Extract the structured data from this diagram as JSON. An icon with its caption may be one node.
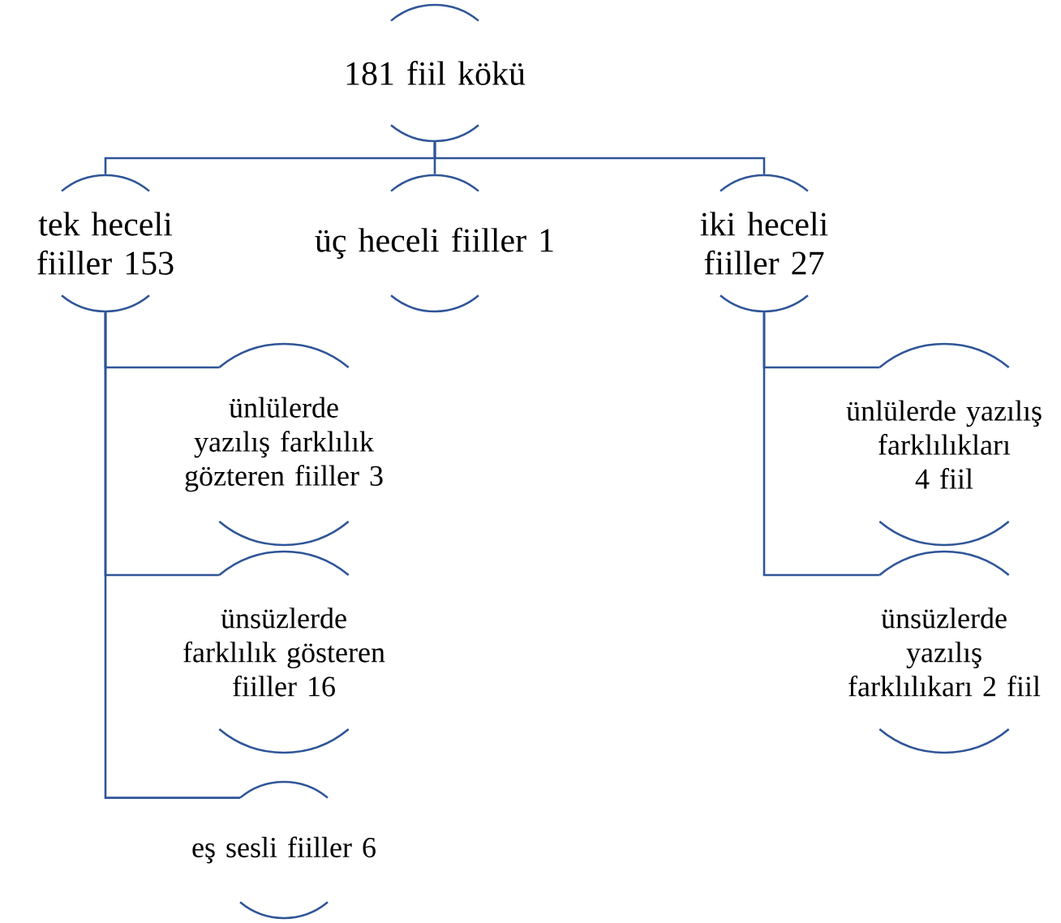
{
  "diagram": {
    "nodes": [
      {
        "text": [
          "181 fiil kökü"
        ]
      },
      {
        "text": [
          "tek heceli fiiller 153"
        ]
      },
      {
        "text": [
          "üç heceli fiiller 1"
        ]
      },
      {
        "text": [
          "iki heceli fiiller 27"
        ]
      },
      {
        "text": [
          "ünlülerde yazılış farklılık gözteren fiiller 3"
        ]
      },
      {
        "text": [
          "ünsüzlerde farklılık gösteren fiiller 16"
        ]
      },
      {
        "text": [
          "eş sesli fiiller 6"
        ]
      },
      {
        "text": [
          "ünlülerde yazılış farklılıkları 4 fiil"
        ]
      },
      {
        "text": [
          "ünsüzlerde yazılış farklılıkarı 2 fiil"
        ]
      }
    ],
    "edges": [
      {
        "from": 0,
        "to": 1,
        "arrow": "none"
      },
      {
        "from": 0,
        "to": 2,
        "arrow": "none"
      },
      {
        "from": 0,
        "to": 3,
        "arrow": "none"
      },
      {
        "from": 1,
        "to": 4,
        "arrow": "none"
      },
      {
        "from": 1,
        "to": 5,
        "arrow": "none"
      },
      {
        "from": 1,
        "to": 6,
        "arrow": "none"
      },
      {
        "from": 3,
        "to": 7,
        "arrow": "none"
      },
      {
        "from": 3,
        "to": 8,
        "arrow": "none"
      }
    ]
  }
}
